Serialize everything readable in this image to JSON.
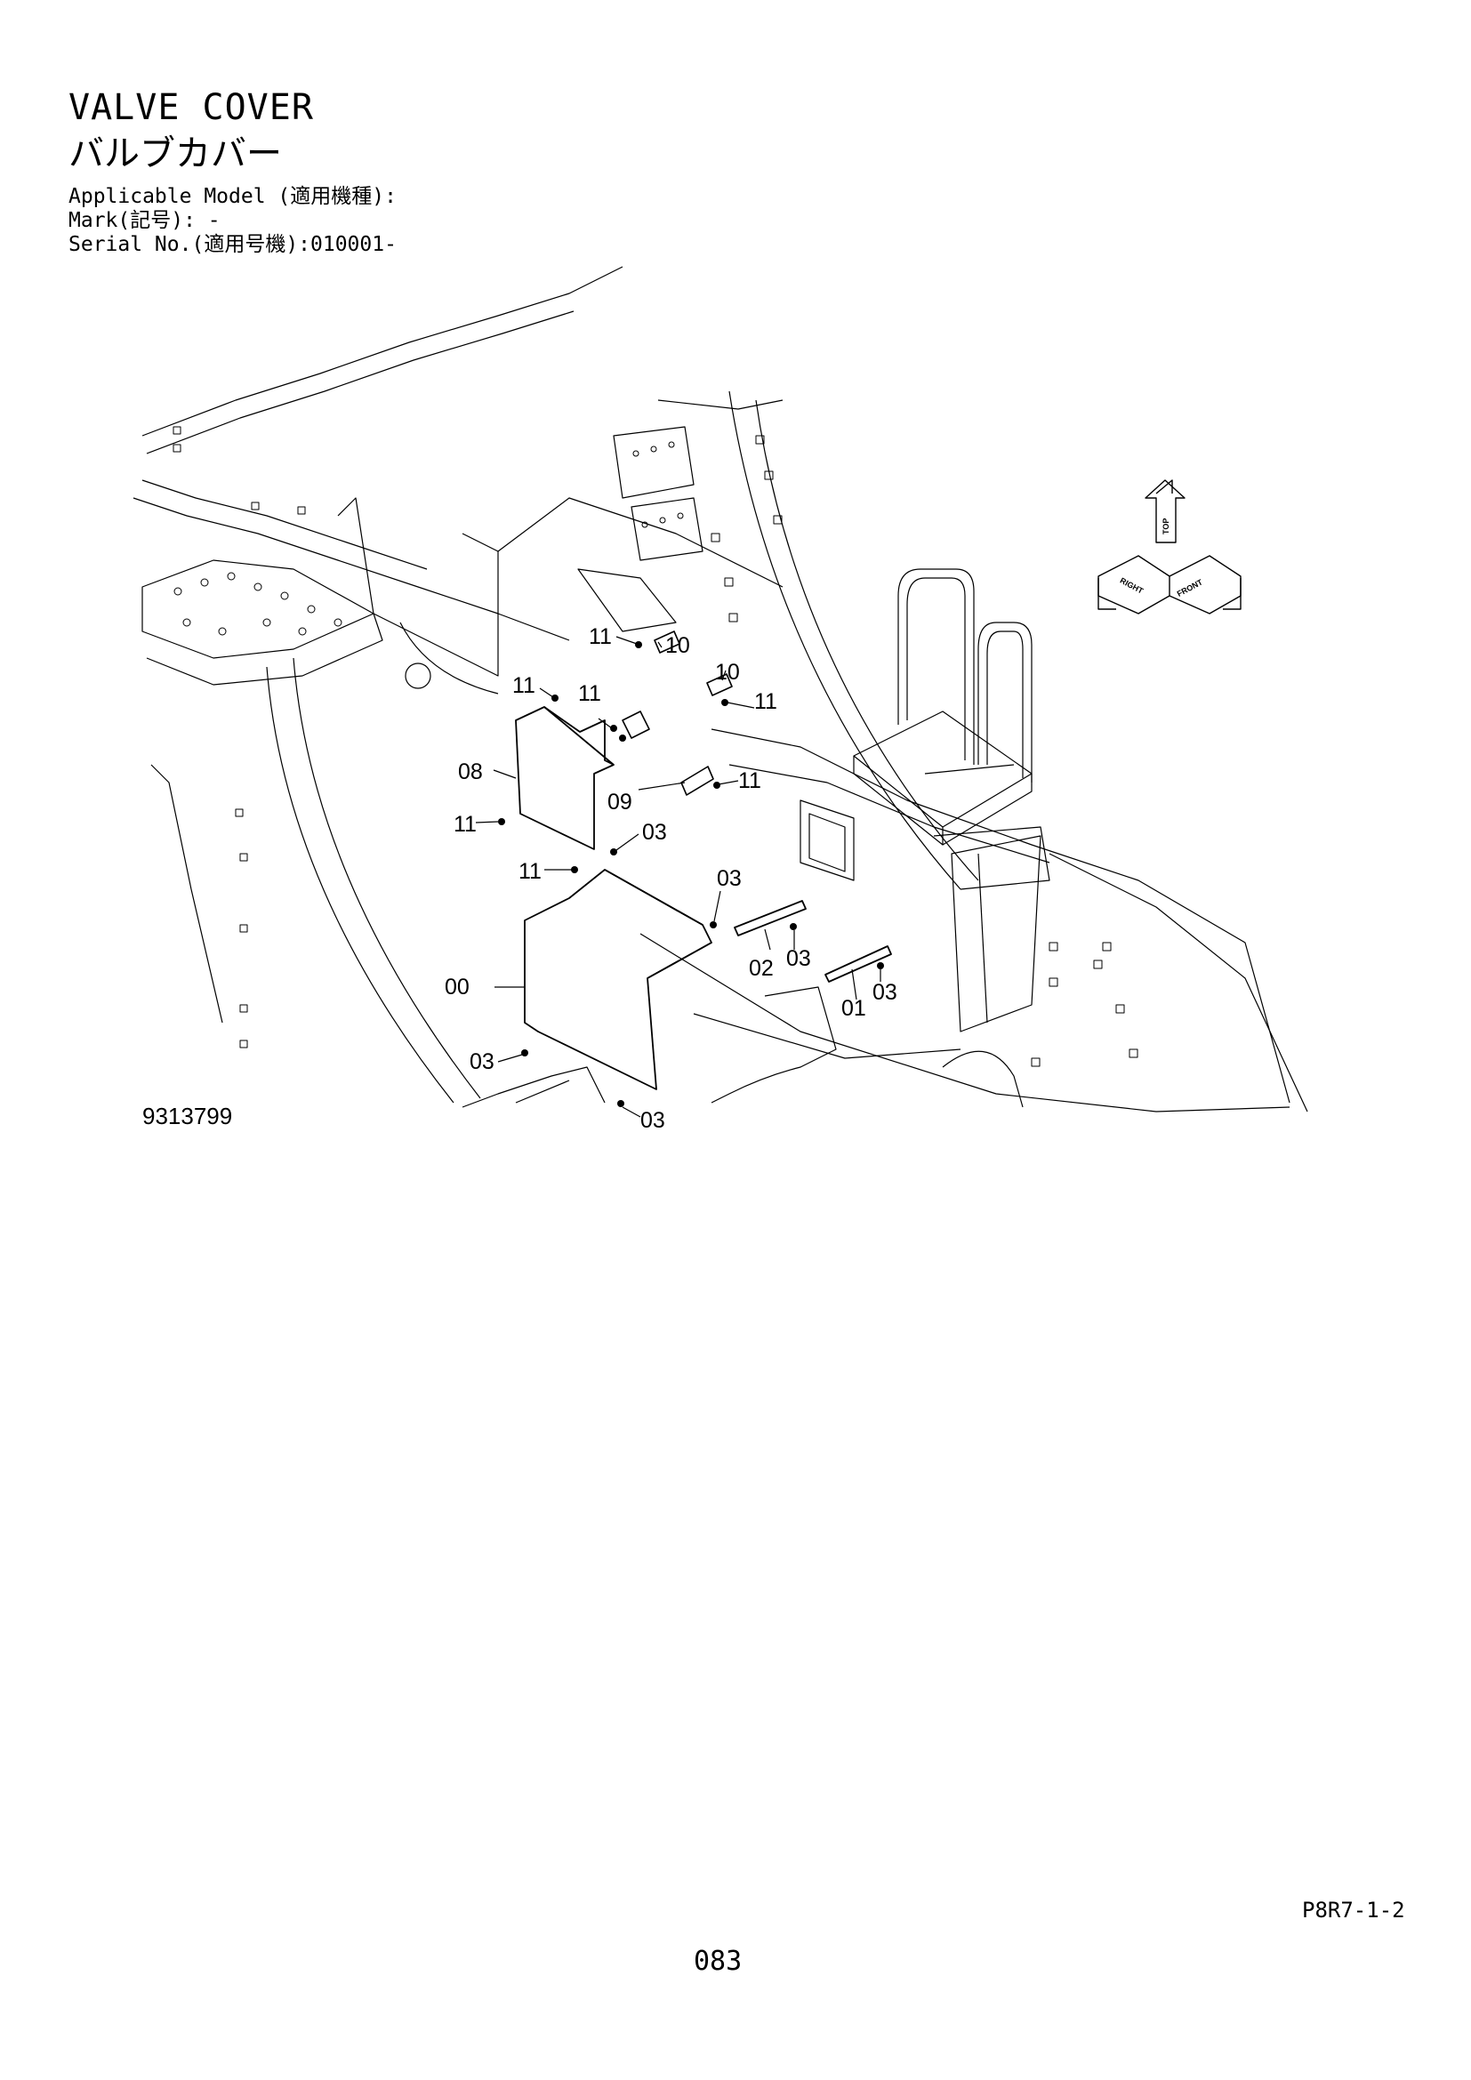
{
  "header": {
    "title_en": "VALVE COVER",
    "title_jp": "バルブカバー",
    "applicable_model": "Applicable Model (適用機種):",
    "mark": "Mark(記号): -",
    "serial_no": "Serial No.(適用号機):010001-"
  },
  "drawing": {
    "number": "9313799",
    "orientation": {
      "top": "TOP",
      "front": "FRONT",
      "right": "RIGHT"
    },
    "callouts": [
      {
        "id": "c1",
        "label": "11"
      },
      {
        "id": "c2",
        "label": "10"
      },
      {
        "id": "c3",
        "label": "11"
      },
      {
        "id": "c4",
        "label": "11"
      },
      {
        "id": "c5",
        "label": "10"
      },
      {
        "id": "c6",
        "label": "11"
      },
      {
        "id": "c7",
        "label": "08"
      },
      {
        "id": "c8",
        "label": "09"
      },
      {
        "id": "c9",
        "label": "11"
      },
      {
        "id": "c10",
        "label": "11"
      },
      {
        "id": "c11",
        "label": "03"
      },
      {
        "id": "c12",
        "label": "11"
      },
      {
        "id": "c13",
        "label": "03"
      },
      {
        "id": "c14",
        "label": "00"
      },
      {
        "id": "c15",
        "label": "02"
      },
      {
        "id": "c16",
        "label": "03"
      },
      {
        "id": "c17",
        "label": "01"
      },
      {
        "id": "c18",
        "label": "03"
      },
      {
        "id": "c19",
        "label": "03"
      },
      {
        "id": "c20",
        "label": "03"
      }
    ]
  },
  "footer": {
    "ref": "P8R7-1-2",
    "page": "083"
  }
}
